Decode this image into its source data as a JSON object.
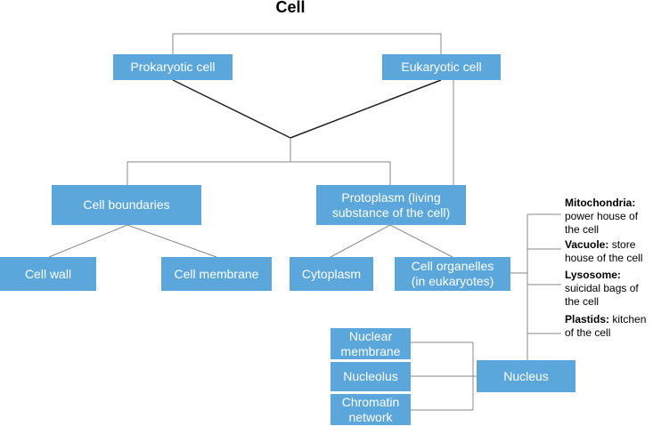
{
  "title": "Cell",
  "nodes": {
    "prokaryotic": "Prokaryotic cell",
    "eukaryotic": "Eukaryotic cell",
    "boundaries": "Cell boundaries",
    "protoplasm": "Protoplasm (living\nsubstance of the cell)",
    "cell_wall": "Cell wall",
    "cell_membrane": "Cell membrane",
    "cytoplasm": "Cytoplasm",
    "organelles": "Cell organelles\n(in eukaryotes)",
    "nuclear_membrane": "Nuclear\nmembrane",
    "nucleolus": "Nucleolus",
    "chromatin": "Chromatin\nnetwork",
    "nucleus": "Nucleus"
  },
  "organelle_notes": [
    {
      "term": "Mitochondria:",
      "desc": "power house of the cell"
    },
    {
      "term": "Vacuole:",
      "desc": "store house of the cell"
    },
    {
      "term": "Lysosome:",
      "desc": "suicidal bags of the cell"
    },
    {
      "term": "Plastids:",
      "desc": "kitchen of the cell"
    }
  ],
  "colors": {
    "box": "#5ba7dc",
    "line": "#888888",
    "text": "#ffffff"
  }
}
